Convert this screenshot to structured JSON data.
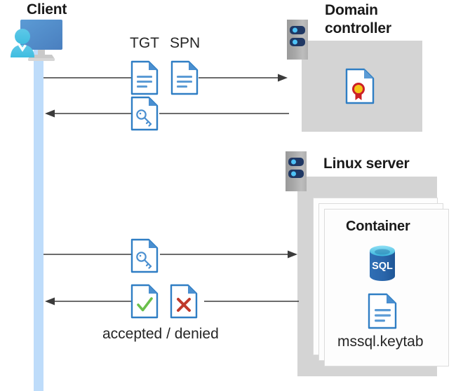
{
  "diagram": {
    "title_client": "Client",
    "title_domain_controller": "Domain\ncontroller",
    "domain_controller_line1": "Domain",
    "domain_controller_line2": "controller",
    "title_linux_server": "Linux server",
    "title_container": "Container",
    "label_keytab": "mssql.keytab",
    "label_tgt": "TGT",
    "label_spn": "SPN",
    "label_accepted_denied": "accepted / denied",
    "icons": {
      "client": "client-workstation-user-icon",
      "server_rack_dc": "server-rack-icon",
      "server_rack_linux": "server-rack-icon",
      "certificate": "certificate-document-icon",
      "tgt_doc": "text-document-icon",
      "spn_doc": "text-document-icon",
      "ticket_key_top": "key-document-icon",
      "ticket_key_bottom": "key-document-icon",
      "accepted_doc": "checkmark-document-icon",
      "denied_doc": "x-mark-document-icon",
      "sql_db": "sql-database-icon",
      "keytab_doc": "text-document-icon"
    },
    "arrows": [
      {
        "name": "client-to-dc-request",
        "direction": "right"
      },
      {
        "name": "dc-to-client-ticket",
        "direction": "left"
      },
      {
        "name": "client-to-linux-ticket",
        "direction": "right"
      },
      {
        "name": "linux-to-client-result",
        "direction": "left"
      }
    ],
    "colors": {
      "accent_blue": "#3f8fd6",
      "doc_fold_blue": "#4a8fd0",
      "lifeline_blue": "#bedcfa",
      "host_gray": "#d4d4d4",
      "rack_gray": "#a5a5a5",
      "rack_bar_navy": "#203864",
      "rack_dot_cyan": "#4fc3f7",
      "arrow_gray": "#3b3b3b",
      "check_green": "#6abf4b",
      "x_red": "#c0392b",
      "cert_red": "#cc2026",
      "cert_gold": "#f5c518",
      "sql_blue": "#2f6fb5",
      "sql_top_cyan": "#5fc8e8",
      "text_dark": "#1a1a1a"
    }
  }
}
